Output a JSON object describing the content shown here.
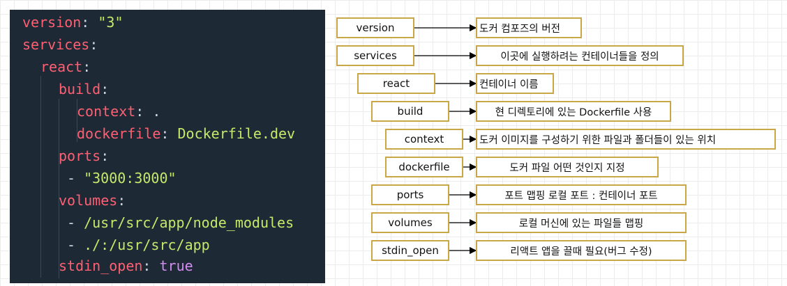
{
  "code": {
    "version_key": "version",
    "version_val": "\"3\"",
    "services_key": "services",
    "react_key": "react",
    "build_key": "build",
    "context_key": "context",
    "context_val": ".",
    "dockerfile_key": "dockerfile",
    "dockerfile_val": "Dockerfile.dev",
    "ports_key": "ports",
    "ports_val": "\"3000:3000\"",
    "volumes_key": "volumes",
    "volume_1": "/usr/src/app/node_modules",
    "volume_2": "./:/usr/src/app",
    "stdin_key": "stdin_open",
    "stdin_val": "true"
  },
  "annotations": [
    {
      "key": "version",
      "desc": "도커 컴포즈의 버전"
    },
    {
      "key": "services",
      "desc": "이곳에 실행하려는 컨테이너들을 정의"
    },
    {
      "key": "react",
      "desc": "컨테이너 이름"
    },
    {
      "key": "build",
      "desc": "현 디렉토리에 있는 Dockerfile 사용"
    },
    {
      "key": "context",
      "desc": "도커 이미지를 구성하기 위한 파일과 폴더들이 있는 위치"
    },
    {
      "key": "dockerfile",
      "desc": "도커 파일 어떤 것인지 지정"
    },
    {
      "key": "ports",
      "desc": "포트 맵핑   로컬 포트 :  컨테이너 포트"
    },
    {
      "key": "volumes",
      "desc": "로컬 머신에 있는 파일들 맵핑"
    },
    {
      "key": "stdin_open",
      "desc": "리액트 앱을 끌때 필요(버그 수정)"
    }
  ],
  "colors": {
    "code_background": "#1d2a36",
    "code_key": "#ff5f72",
    "code_string": "#c8e86a",
    "code_boolean": "#d48cf0",
    "box_border": "#c9a646"
  }
}
